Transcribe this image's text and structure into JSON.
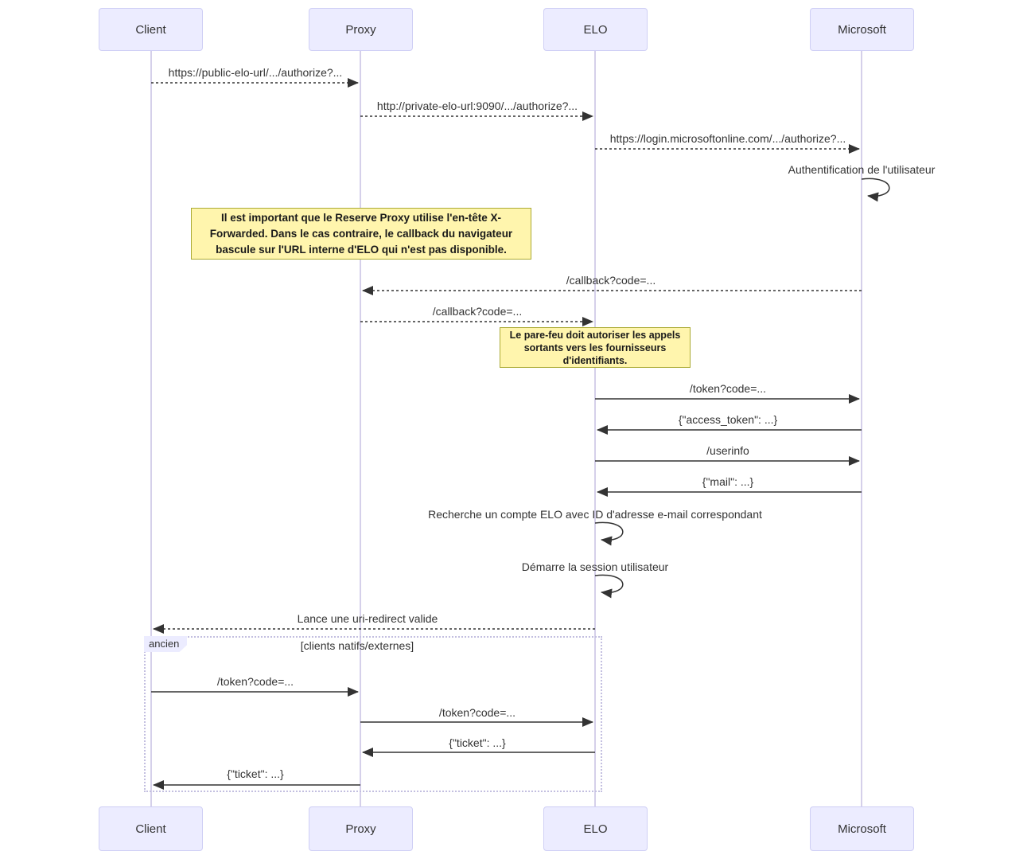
{
  "diagram_type": "sequence",
  "actors": [
    {
      "name": "Client"
    },
    {
      "name": "Proxy"
    },
    {
      "name": "ELO"
    },
    {
      "name": "Microsoft"
    }
  ],
  "messages": [
    {
      "from": "Client",
      "to": "Proxy",
      "type": "dashed",
      "label": "https://public-elo-url/.../authorize?..."
    },
    {
      "from": "Proxy",
      "to": "ELO",
      "type": "dashed",
      "label": "http://private-elo-url:9090/.../authorize?..."
    },
    {
      "from": "ELO",
      "to": "Microsoft",
      "type": "dashed",
      "label": "https://login.microsoftonline.com/.../authorize?..."
    },
    {
      "from": "Microsoft",
      "to": "Microsoft",
      "type": "self",
      "label": "Authentification de l'utilisateur"
    },
    {
      "from": "Microsoft",
      "to": "Proxy",
      "type": "dashed",
      "label": "/callback?code=..."
    },
    {
      "from": "Proxy",
      "to": "ELO",
      "type": "dashed",
      "label": "/callback?code=..."
    },
    {
      "from": "ELO",
      "to": "Microsoft",
      "type": "solid",
      "label": "/token?code=..."
    },
    {
      "from": "Microsoft",
      "to": "ELO",
      "type": "solid",
      "label": "{\"access_token\": ...}"
    },
    {
      "from": "ELO",
      "to": "Microsoft",
      "type": "solid",
      "label": "/userinfo"
    },
    {
      "from": "Microsoft",
      "to": "ELO",
      "type": "solid",
      "label": "{\"mail\": ...}"
    },
    {
      "from": "ELO",
      "to": "ELO",
      "type": "self",
      "label": "Recherche un compte ELO avec ID d'adresse e-mail correspondant"
    },
    {
      "from": "ELO",
      "to": "ELO",
      "type": "self",
      "label": "Démarre la session utilisateur"
    },
    {
      "from": "ELO",
      "to": "Client",
      "type": "dashed",
      "label": "Lance une uri-redirect valide"
    },
    {
      "from": "Client",
      "to": "Proxy",
      "type": "solid",
      "label": "/token?code=..."
    },
    {
      "from": "Proxy",
      "to": "ELO",
      "type": "solid",
      "label": "/token?code=..."
    },
    {
      "from": "ELO",
      "to": "Proxy",
      "type": "solid",
      "label": "{\"ticket\": ...}"
    },
    {
      "from": "Proxy",
      "to": "Client",
      "type": "solid",
      "label": "{\"ticket\": ...}"
    }
  ],
  "notes": [
    {
      "over": "Client,ELO",
      "text": "Il est important que le Reserve Proxy utilise l'en-tête X-Forwarded. Dans le cas contraire, le callback du navigateur bascule sur l'URL interne d'ELO qui n'est pas disponible."
    },
    {
      "over": "ELO",
      "text": "Le pare-feu doit autoriser les appels sortants vers les fournisseurs d'identifiants."
    }
  ],
  "frame": {
    "label": "ancien",
    "condition": "[clients natifs/externes]"
  },
  "colors": {
    "actor_fill": "#ECECFF",
    "actor_border": "#cfcff5",
    "note_fill": "#FFF5AD",
    "note_border": "#AAAA33",
    "line": "#333333",
    "lifeline": "#d5d0ea"
  }
}
